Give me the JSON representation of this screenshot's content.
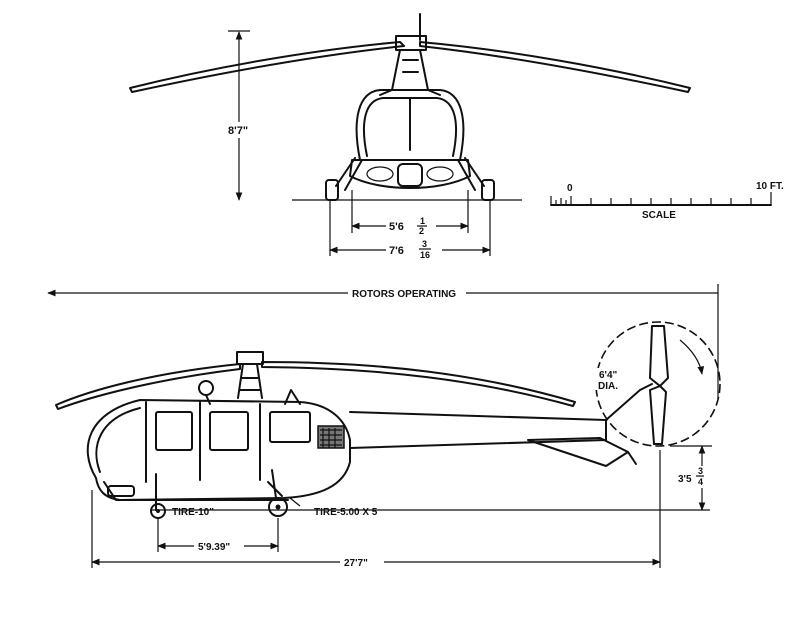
{
  "front_view": {
    "height_label": "8'7\"",
    "inner_track_whole": "5'6",
    "inner_track_num": "1",
    "inner_track_den": "2",
    "outer_track_whole": "7'6",
    "outer_track_num": "3",
    "outer_track_den": "16"
  },
  "scale_bar": {
    "start_label": "0",
    "end_label": "10 FT.",
    "caption": "SCALE"
  },
  "side_view": {
    "rotors_label": "ROTORS OPERATING",
    "tail_rotor_dia": "6'4\"",
    "tail_rotor_dia_unit": "DIA.",
    "nose_tire": "TIRE-10\"",
    "main_tire": "TIRE-5.00 X 5",
    "wheelbase": "5'9.39\"",
    "length": "27'7\"",
    "tail_height_whole": "3'5",
    "tail_height_num": "3",
    "tail_height_den": "4"
  }
}
